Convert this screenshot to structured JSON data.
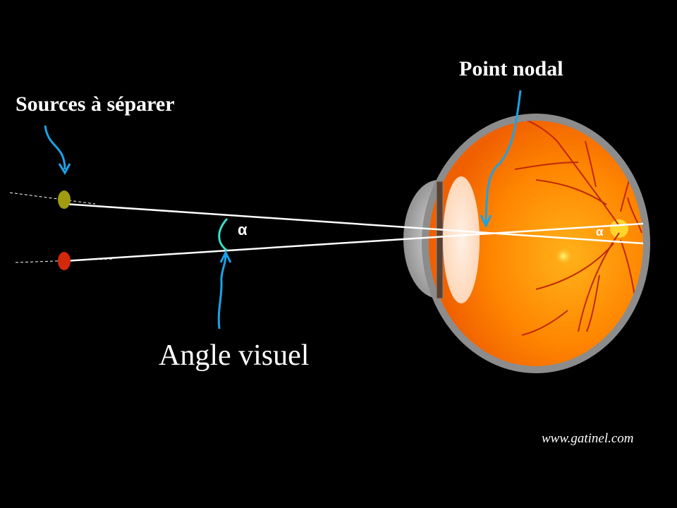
{
  "labels": {
    "sources": "Sources à séparer",
    "nodal_point": "Point nodal",
    "visual_angle": "Angle visuel",
    "alpha_object": "α",
    "alpha_retina": "α",
    "website": "www.gatinel.com"
  },
  "colors": {
    "background": "#000000",
    "arrow": "#1aa3e8",
    "angle_arc": "#35e0c8",
    "ray": "#ffffff",
    "source_top": "#a09b10",
    "source_bottom": "#d4280a",
    "eye_orange": "#ff8a00",
    "sclera_rim": "#8c8c8c",
    "vessels": "#c0280a"
  },
  "icons": [
    "eye-icon",
    "lens-icon",
    "cornea-icon"
  ]
}
